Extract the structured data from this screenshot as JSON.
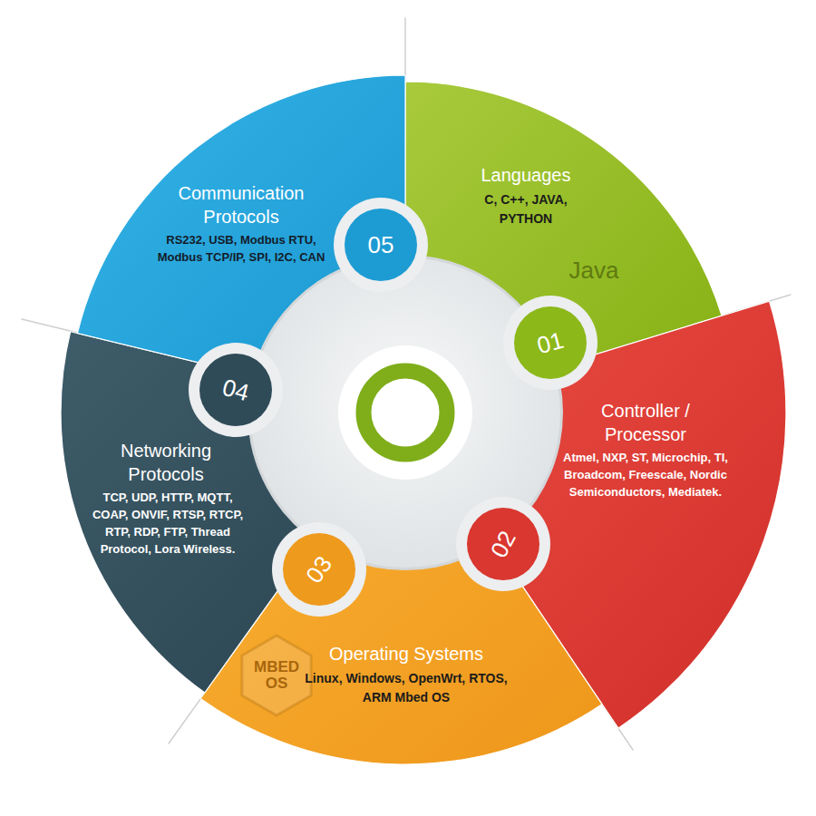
{
  "diagram": {
    "nodes": [
      {
        "text": [
          "Languages",
          "C, C++, JAVA, PYTHON"
        ]
      },
      {
        "text": [
          "Controller / Processor",
          "Atmel, NXP, ST, Microchip, TI, Broadcom, Freescale, Nordic Semiconductors, Mediatek."
        ]
      },
      {
        "text": [
          "Operating Systems",
          "Linux, Windows, OpenWrt, RTOS, ARM Mbed OS"
        ]
      },
      {
        "text": [
          "Networking Protocols",
          "TCP, UDP, HTTP, MQTT, COAP, ONVIF, RTSP, RTCP, RTP, RDP, FTP, Thread Protocol, Lora Wireless."
        ]
      },
      {
        "text": [
          "Communication Protocols",
          "RS232, USB, Modbus RTU, Modbus TCP/IP, SPI, I2C, CAN"
        ]
      }
    ],
    "labels": [
      "01",
      "02",
      "03",
      "04",
      "05",
      "Java",
      "MBED OS"
    ]
  }
}
